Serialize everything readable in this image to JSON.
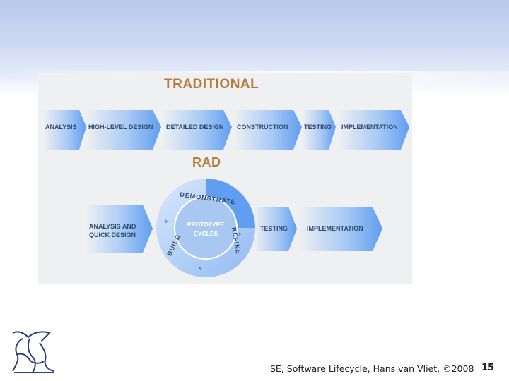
{
  "diagram": {
    "traditional_title": "TRADITIONAL",
    "traditional_steps": [
      "ANALYSIS",
      "HIGH-LEVEL DESIGN",
      "DETAILED DESIGN",
      "CONSTRUCTION",
      "TESTING",
      "IMPLEMENTATION"
    ],
    "rad_title": "RAD",
    "rad_first_step": "ANALYSIS AND QUICK DESIGN",
    "cycle_center": "PROTOTYPE CYCLES",
    "cycle_phases": [
      "DEMONSTRATE",
      "REFINE",
      "BUILD"
    ],
    "rad_after_steps": [
      "TESTING",
      "IMPLEMENTATION"
    ],
    "colors": {
      "arrow": "#5f9ef0",
      "heading": "#b87a3a",
      "label": "#2f4a6e"
    }
  },
  "footer": {
    "text": "SE, Software Lifecycle, Hans van Vliet,  ©2008",
    "page_number": "15"
  }
}
